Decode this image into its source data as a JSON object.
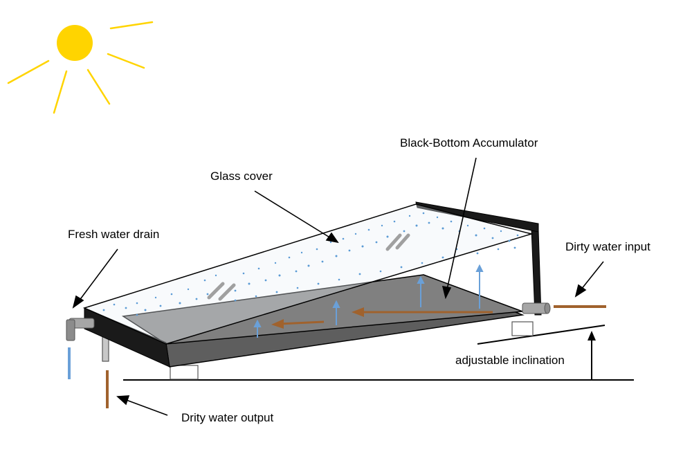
{
  "diagram": {
    "labels": {
      "black_bottom_accumulator": "Black-Bottom Accumulator",
      "glass_cover": "Glass cover",
      "fresh_water_drain": "Fresh water drain",
      "dirty_water_input": "Dirty water input",
      "adjustable_inclination": "adjustable inclination",
      "dirty_water_output": "Drity water output"
    },
    "colors": {
      "sun": "#ffd400",
      "sun_rays": "#ffd400",
      "accumulator": "#808080",
      "accumulator_dark": "#5e5e5e",
      "frame": "#1a1a1a",
      "dirty_water": "#a0622d",
      "fresh_water": "#6aa0d8",
      "droplets": "#5b9bd5",
      "pipe": "#a6a6a6"
    },
    "icons": [
      "sun-icon",
      "pipe-icon",
      "arrow-icon"
    ]
  }
}
